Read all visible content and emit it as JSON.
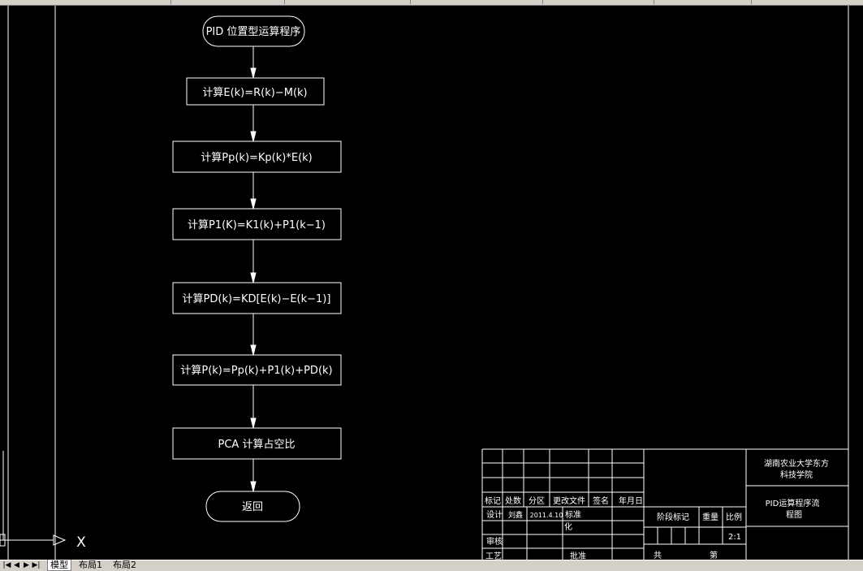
{
  "flowchart": {
    "start": "PID 位置型运算程序",
    "steps": [
      "计算E(k)=R(k)−M(k)",
      "计算Pp(k)=Kp(k)*E(k)",
      "计算P1(K)=K1(k)+P1(k−1)",
      "计算PD(k)=KD[E(k)−E(k−1)]",
      "计算P(k)=Pp(k)+P1(k)+PD(k)",
      "PCA 计算占空比"
    ],
    "end": "返回"
  },
  "title_block": {
    "school_line1": "湖南农业大学东方",
    "school_line2": "科技学院",
    "drawing_title_line1": "PID运算程序流",
    "drawing_title_line2": "程图",
    "header_labels": [
      "标记",
      "处数",
      "分区",
      "更改文件",
      "签名",
      "年月日"
    ],
    "design_label": "设计",
    "designer": "刘鑫",
    "date": "2011.4.10",
    "standard_label_1": "标准",
    "standard_label_2": "化",
    "review_label": "审核",
    "process_label": "工艺",
    "approve_label": "批准",
    "stage_label": "阶段标记",
    "weight_label": "重量",
    "scale_label": "比例",
    "scale_value": "2:1",
    "total_label": "共",
    "page_label": "第"
  },
  "ucs": {
    "x_label": "X"
  },
  "tabs": {
    "model": "模型",
    "layout1": "布局1",
    "layout2": "布局2"
  },
  "nav": [
    "|◀",
    "◀",
    "▶",
    "▶|"
  ]
}
